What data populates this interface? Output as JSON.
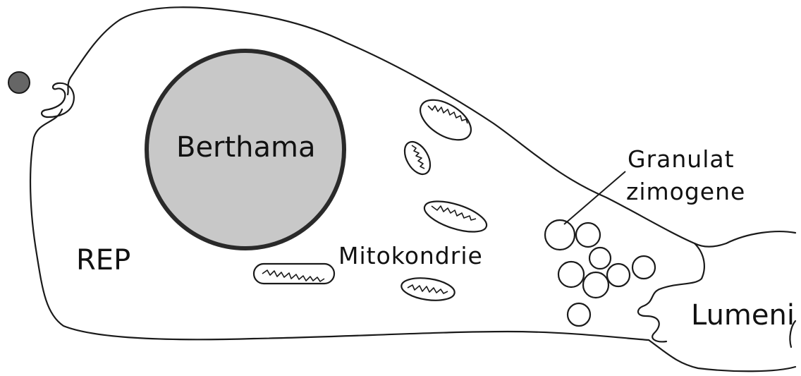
{
  "labels": {
    "nucleus": "Berthama",
    "rep": "REP",
    "mitochondria": "Mitokondrie",
    "granules_line1": "Granulat",
    "granules_line2": "zimogene",
    "lumen": "Lumeni"
  },
  "colors": {
    "nucleus_fill": "#c8c8c8",
    "dot_fill": "#666666",
    "stroke": "#1a1a1a"
  }
}
